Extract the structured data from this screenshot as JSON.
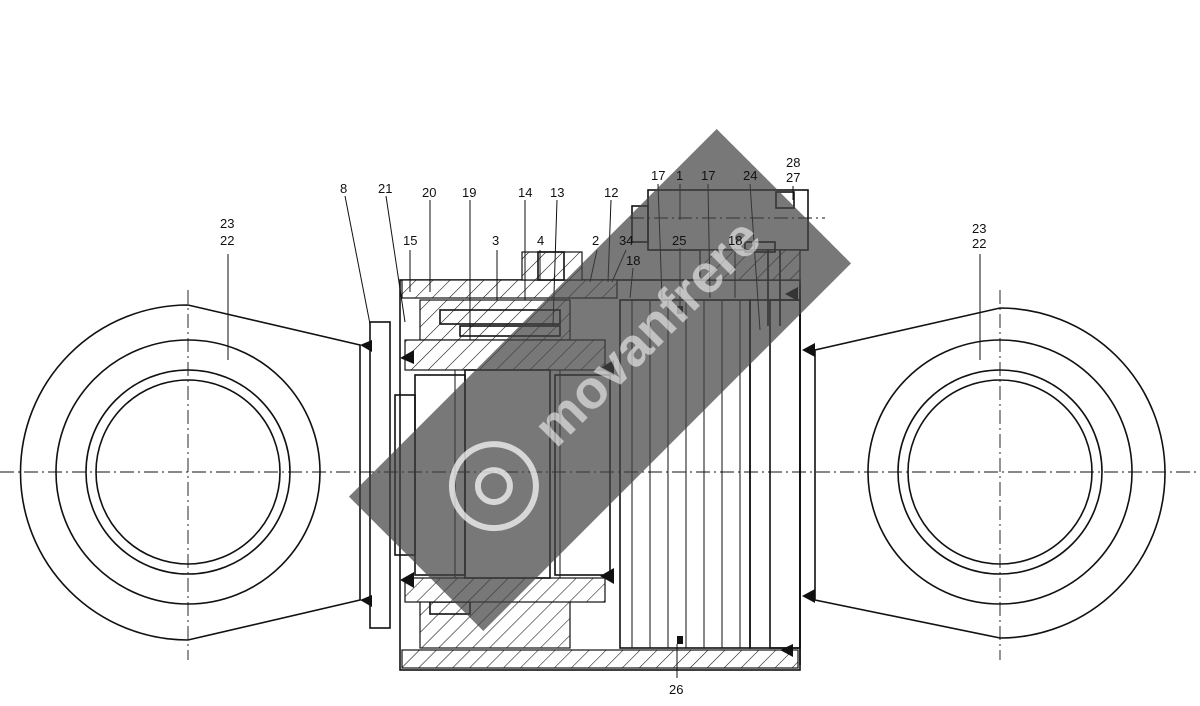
{
  "diagram": {
    "part_labels": [
      {
        "key": "l8",
        "text": "8"
      },
      {
        "key": "l21",
        "text": "21"
      },
      {
        "key": "l20",
        "text": "20"
      },
      {
        "key": "l19",
        "text": "19"
      },
      {
        "key": "l14",
        "text": "14"
      },
      {
        "key": "l13",
        "text": "13"
      },
      {
        "key": "l12",
        "text": "12"
      },
      {
        "key": "l17a",
        "text": "17"
      },
      {
        "key": "l1",
        "text": "1"
      },
      {
        "key": "l17b",
        "text": "17"
      },
      {
        "key": "l24",
        "text": "24"
      },
      {
        "key": "l28",
        "text": "28"
      },
      {
        "key": "l27",
        "text": "27"
      },
      {
        "key": "l15",
        "text": "15"
      },
      {
        "key": "l3",
        "text": "3"
      },
      {
        "key": "l4",
        "text": "4"
      },
      {
        "key": "l2",
        "text": "2"
      },
      {
        "key": "l34",
        "text": "34"
      },
      {
        "key": "l18a",
        "text": "18"
      },
      {
        "key": "l25",
        "text": "25"
      },
      {
        "key": "l18b",
        "text": "18"
      },
      {
        "key": "l23left",
        "text": "23"
      },
      {
        "key": "l22left",
        "text": "22"
      },
      {
        "key": "l23right",
        "text": "23"
      },
      {
        "key": "l22right",
        "text": "22"
      },
      {
        "key": "l26",
        "text": "26"
      }
    ]
  },
  "watermark": {
    "brand_text": "movanfrere",
    "logo_name": "brand-logo"
  }
}
